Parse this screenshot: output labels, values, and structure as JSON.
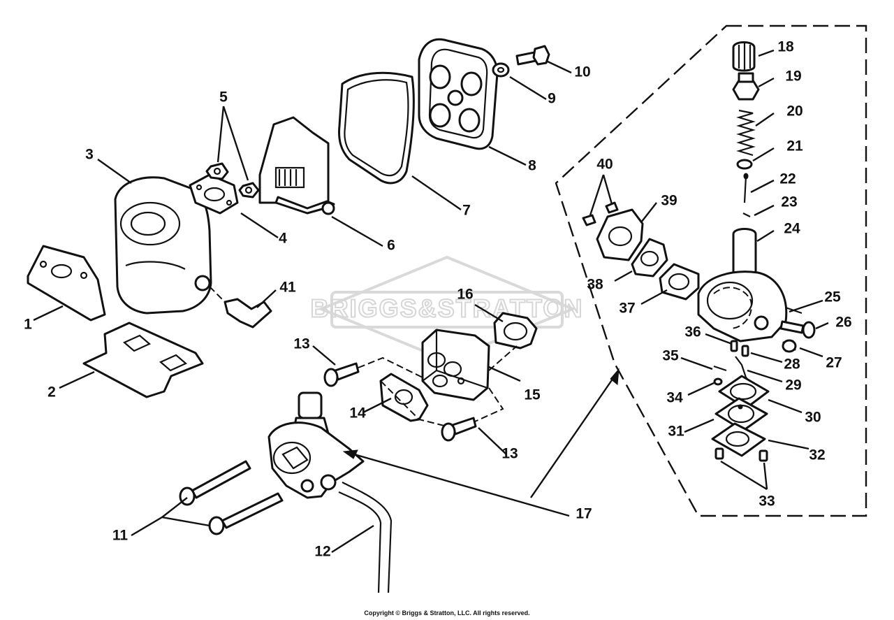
{
  "watermark": {
    "brand": "BRIGGS&STRATTON"
  },
  "copyright": "Copyright © Briggs & Stratton, LLC. All rights reserved.",
  "callouts": {
    "c1": "1",
    "c2": "2",
    "c3": "3",
    "c4": "4",
    "c5": "5",
    "c6": "6",
    "c7": "7",
    "c8": "8",
    "c9": "9",
    "c10": "10",
    "c11": "11",
    "c12": "12",
    "c13a": "13",
    "c13b": "13",
    "c14": "14",
    "c15": "15",
    "c16": "16",
    "c17": "17",
    "c18": "18",
    "c19": "19",
    "c20": "20",
    "c21": "21",
    "c22": "22",
    "c23": "23",
    "c24": "24",
    "c25": "25",
    "c26": "26",
    "c27": "27",
    "c28": "28",
    "c29": "29",
    "c30": "30",
    "c31": "31",
    "c32": "32",
    "c33": "33",
    "c34": "34",
    "c35": "35",
    "c36": "36",
    "c37": "37",
    "c38": "38",
    "c39": "39",
    "c40": "40",
    "c41": "41"
  }
}
